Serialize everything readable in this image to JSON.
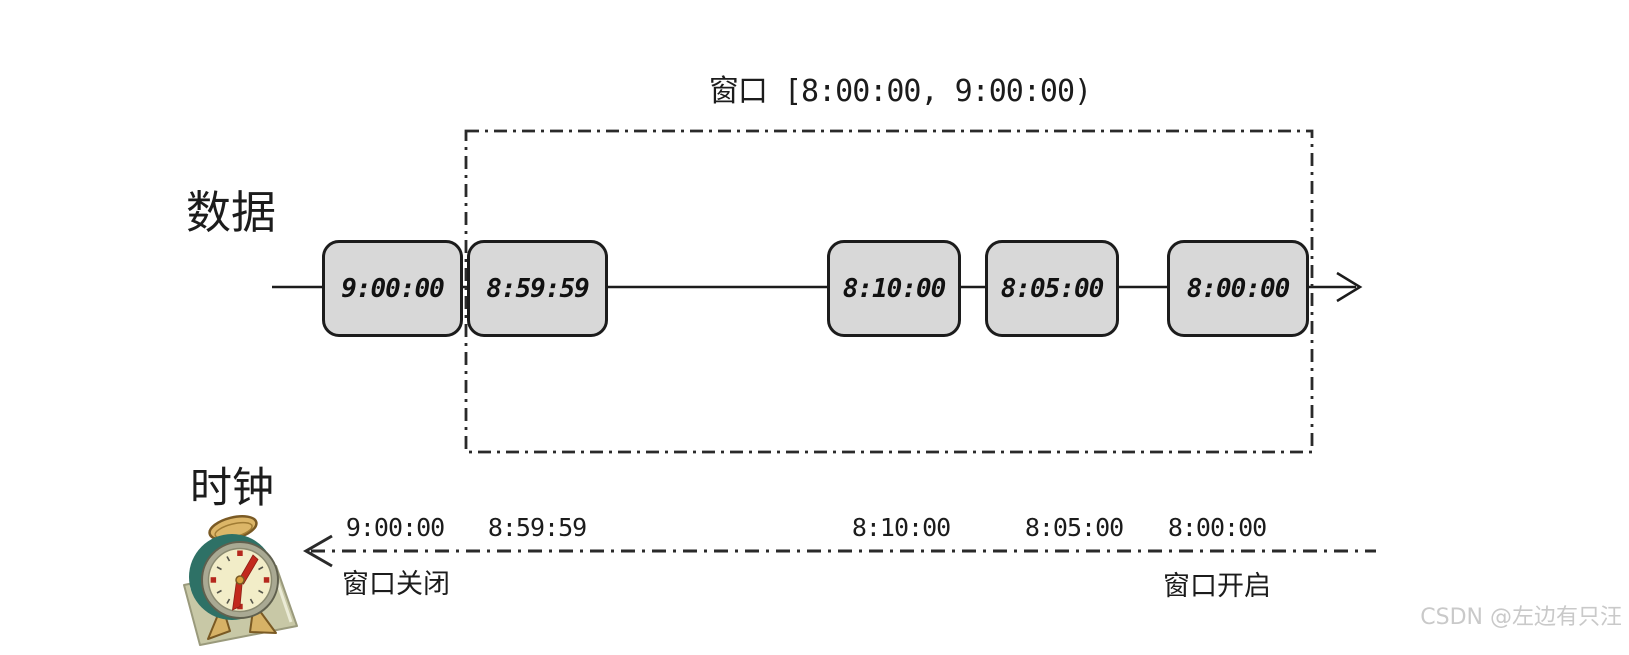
{
  "diagram": {
    "title": "窗口 [8:00:00, 9:00:00)",
    "data_row": {
      "label": "数据",
      "events": [
        "9:00:00",
        "8:59:59",
        "8:10:00",
        "8:05:00",
        "8:00:00"
      ]
    },
    "clock_row": {
      "label": "时钟",
      "ticks": [
        "9:00:00",
        "8:59:59",
        "8:10:00",
        "8:05:00",
        "8:00:00"
      ],
      "window_close": "窗口关闭",
      "window_open": "窗口开启"
    }
  },
  "watermark": "CSDN @左边有只汪",
  "icons": {
    "clock": "alarm-clock-icon",
    "data_arrow": "arrow-right-icon",
    "clock_arrow": "arrow-left-icon"
  },
  "colors": {
    "background": "#ffffff",
    "line": "#1c1c1c",
    "box_fill": "#d8d8d8",
    "box_border": "#1c1c1c",
    "watermark_text": "#c9c9c9"
  }
}
